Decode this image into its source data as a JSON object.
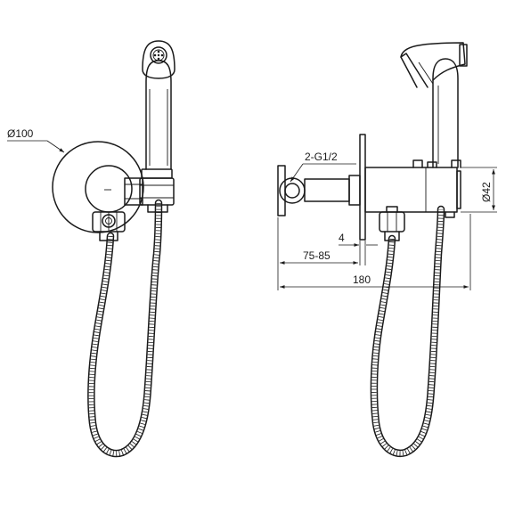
{
  "drawing": {
    "front_view": {
      "flange_diameter_label": "Ø100"
    },
    "side_view": {
      "thread_label": "2-G1/2",
      "body_diameter_label": "Ø42",
      "flange_thickness_label": "4",
      "wall_depth_label": "75-85",
      "total_length_label": "180"
    }
  }
}
